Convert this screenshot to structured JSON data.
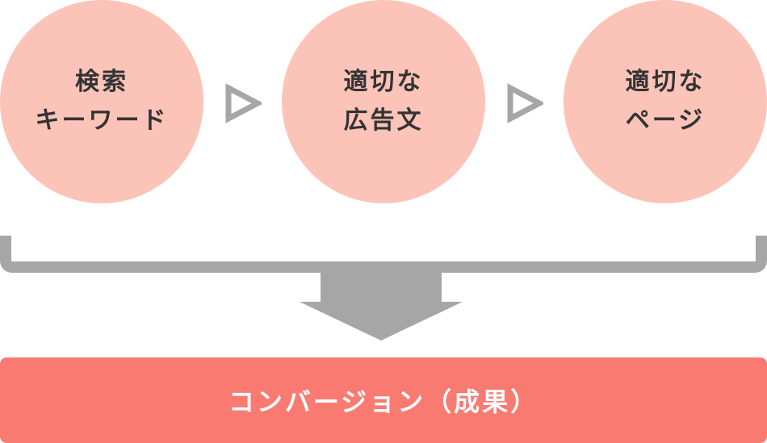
{
  "steps": [
    {
      "line1": "検索",
      "line2": "キーワード"
    },
    {
      "line1": "適切な",
      "line2": "広告文"
    },
    {
      "line1": "適切な",
      "line2": "ページ"
    }
  ],
  "result": {
    "label": "コンバージョン（成果）"
  },
  "colors": {
    "circle_fill": "#fcc3b8",
    "text_dark": "#333333",
    "arrow_gray": "#a6a6a6",
    "result_fill": "#f87a70",
    "result_text": "#ffffff"
  },
  "icons": {
    "step_arrow": "triangle-outline-right-icon",
    "merge_arrow": "arrow-down-icon"
  }
}
